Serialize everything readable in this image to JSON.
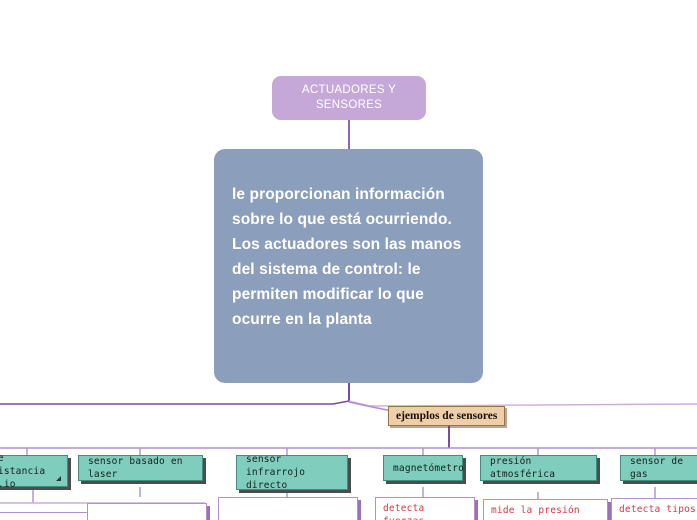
{
  "diagram": {
    "type": "mind-map",
    "background_color": "#ffffff",
    "root": {
      "label": "ACTUADORES Y\nSENSORES",
      "fill_color": "#c5a8d7",
      "text_color": "#ffffff"
    },
    "description": {
      "text": "le proporcionan información sobre lo que está ocurriendo. Los actuadores son las manos del sistema de control: le permiten modificar lo que ocurre en la planta",
      "fill_color": "#8b9fbc",
      "text_color": "#ffffff"
    },
    "topic": {
      "label": "ejemplos de sensores",
      "fill_color": "#edcfab",
      "border_color": "#9a7340",
      "text_color": "#1b1208"
    },
    "connector_colors": {
      "trunk": "#7a4b9e",
      "bus": "#b18fd0",
      "branch": "#c9aedd"
    },
    "sensors": [
      {
        "label": "de distancia\no.io",
        "truncated": "left",
        "has_corner_mark": true
      },
      {
        "label": "sensor basado en laser",
        "truncated": "none",
        "has_corner_mark": false
      },
      {
        "label": "sensor infrarrojo\ndirecto",
        "truncated": "none",
        "has_corner_mark": false
      },
      {
        "label": "magnetómetro",
        "truncated": "none",
        "has_corner_mark": false
      },
      {
        "label": "presión atmosférica",
        "truncated": "none",
        "has_corner_mark": false
      },
      {
        "label": "sensor de gas",
        "truncated": "right",
        "has_corner_mark": false
      }
    ],
    "leaves": [
      {
        "label": "",
        "truncated": "bottom"
      },
      {
        "label": "",
        "truncated": "bottom"
      },
      {
        "label": "",
        "truncated": "bottom"
      },
      {
        "label": "detecta fuerzas",
        "truncated": "bottom"
      },
      {
        "label": "mide la presión para",
        "truncated": "bottom"
      },
      {
        "label": "detecta tipos",
        "truncated": "bottom"
      }
    ]
  }
}
